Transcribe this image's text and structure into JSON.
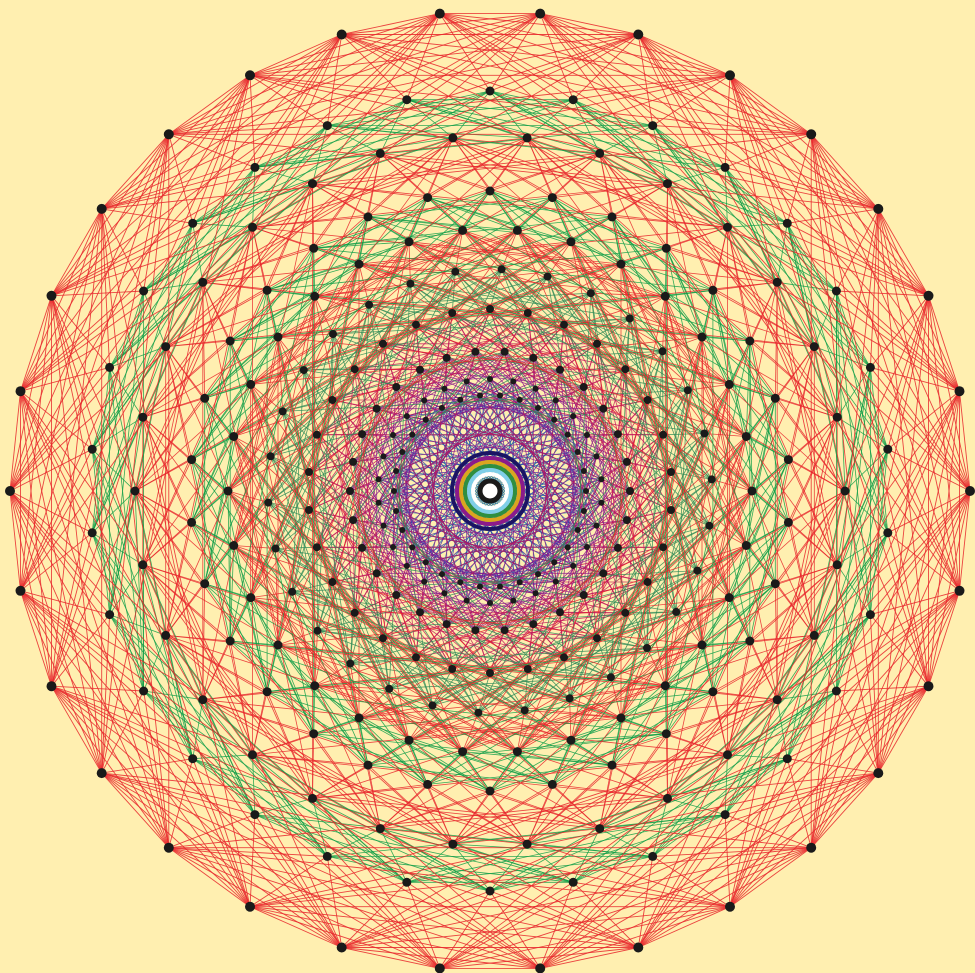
{
  "diagram": {
    "type": "polytope-projection",
    "background": "#FFEFB0",
    "vertex_color": "#1A1A1A",
    "center_ring_colors": [
      "#1B1464",
      "#8B1A8B",
      "#DAA520",
      "#2F8F3F",
      "#7FCFE8",
      "#FFFFFF"
    ],
    "rings": [
      {
        "vertices": 30,
        "edge_color": "#E8262B",
        "connect_steps": [
          1,
          2,
          3,
          4,
          5,
          6,
          7,
          8
        ]
      },
      {
        "vertices": 30,
        "edge_color": "#0F9E48",
        "connect_steps": [
          2,
          3,
          4,
          5
        ]
      },
      {
        "vertices": 30,
        "edge_color": "#E8262B",
        "connect_steps": [
          2,
          4,
          6,
          8,
          10
        ]
      },
      {
        "vertices": 30,
        "edge_color": "#0F9E48",
        "connect_steps": [
          3,
          5,
          7,
          9
        ]
      },
      {
        "vertices": 30,
        "edge_color": "#E8262B",
        "connect_steps": [
          4,
          6,
          8,
          10
        ]
      },
      {
        "vertices": 30,
        "edge_color": "#2E8B57",
        "connect_steps": [
          5,
          7,
          9,
          11
        ]
      },
      {
        "vertices": 30,
        "edge_color": "#C2185B",
        "connect_steps": [
          6,
          8,
          10,
          12
        ]
      },
      {
        "vertices": 30,
        "edge_color": "#8B1A8B",
        "connect_steps": [
          6,
          9,
          12
        ]
      },
      {
        "vertices": 30,
        "edge_color": "#3A2FA8",
        "connect_steps": [
          7,
          10,
          13
        ]
      },
      {
        "vertices": 30,
        "edge_color": "#1B6FA8",
        "connect_steps": [
          9,
          12,
          14
        ]
      }
    ]
  }
}
